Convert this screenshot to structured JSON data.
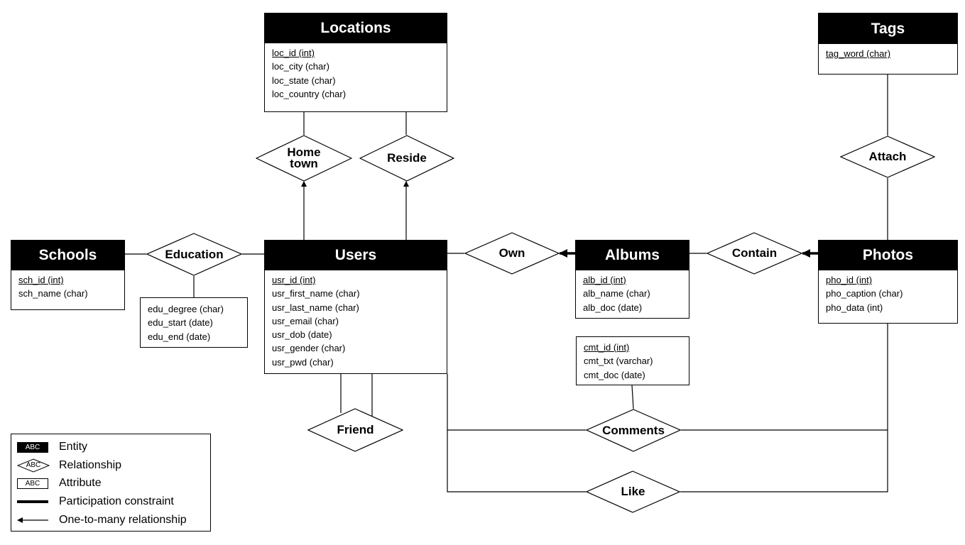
{
  "entities": {
    "locations": {
      "name": "Locations",
      "attrs": [
        "loc_id (int)",
        "loc_city (char)",
        "loc_state (char)",
        "loc_country (char)"
      ]
    },
    "tags": {
      "name": "Tags",
      "attrs": [
        "tag_word (char)"
      ]
    },
    "schools": {
      "name": "Schools",
      "attrs": [
        "sch_id (int)",
        "sch_name (char)"
      ]
    },
    "users": {
      "name": "Users",
      "attrs": [
        "usr_id (int)",
        "usr_first_name (char)",
        "usr_last_name (char)",
        "usr_email (char)",
        "usr_dob (date)",
        "usr_gender (char)",
        "usr_pwd (char)"
      ]
    },
    "albums": {
      "name": "Albums",
      "attrs": [
        "alb_id (int)",
        "alb_name (char)",
        "alb_doc (date)"
      ]
    },
    "photos": {
      "name": "Photos",
      "attrs": [
        "pho_id (int)",
        "pho_caption (char)",
        "pho_data (int)"
      ]
    }
  },
  "relationships": {
    "hometown": "Home\ntown",
    "reside": "Reside",
    "attach": "Attach",
    "education": "Education",
    "own": "Own",
    "contain": "Contain",
    "friend": "Friend",
    "comments": "Comments",
    "like": "Like"
  },
  "relationship_attributes": {
    "education": [
      "edu_degree (char)",
      "edu_start (date)",
      "edu_end (date)"
    ],
    "comments": [
      "cmt_id (int)",
      "cmt_txt (varchar)",
      "cmt_doc (date)"
    ]
  },
  "legend": {
    "symbol_text": "ABC",
    "entity": "Entity",
    "relationship": "Relationship",
    "attribute": "Attribute",
    "participation": "Participation constraint",
    "one_to_many": "One-to-many relationship"
  }
}
